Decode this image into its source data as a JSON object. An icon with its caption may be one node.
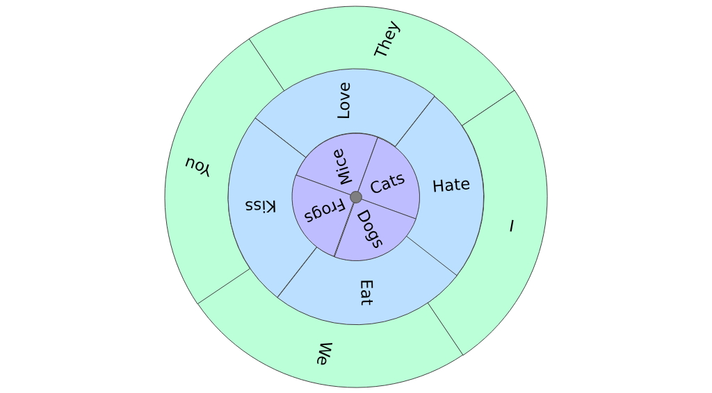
{
  "diagram": {
    "nodes": [
      {
        "text": [
          "They"
        ]
      },
      {
        "text": [
          "I"
        ]
      },
      {
        "text": [
          "We"
        ]
      },
      {
        "text": [
          "You"
        ]
      },
      {
        "text": [
          "Love"
        ]
      },
      {
        "text": [
          "Hate"
        ]
      },
      {
        "text": [
          "Eat"
        ]
      },
      {
        "text": [
          "Kiss"
        ]
      },
      {
        "text": [
          "Mice"
        ]
      },
      {
        "text": [
          "Cats"
        ]
      },
      {
        "text": [
          "Dogs"
        ]
      },
      {
        "text": [
          "Frogs"
        ]
      }
    ]
  }
}
